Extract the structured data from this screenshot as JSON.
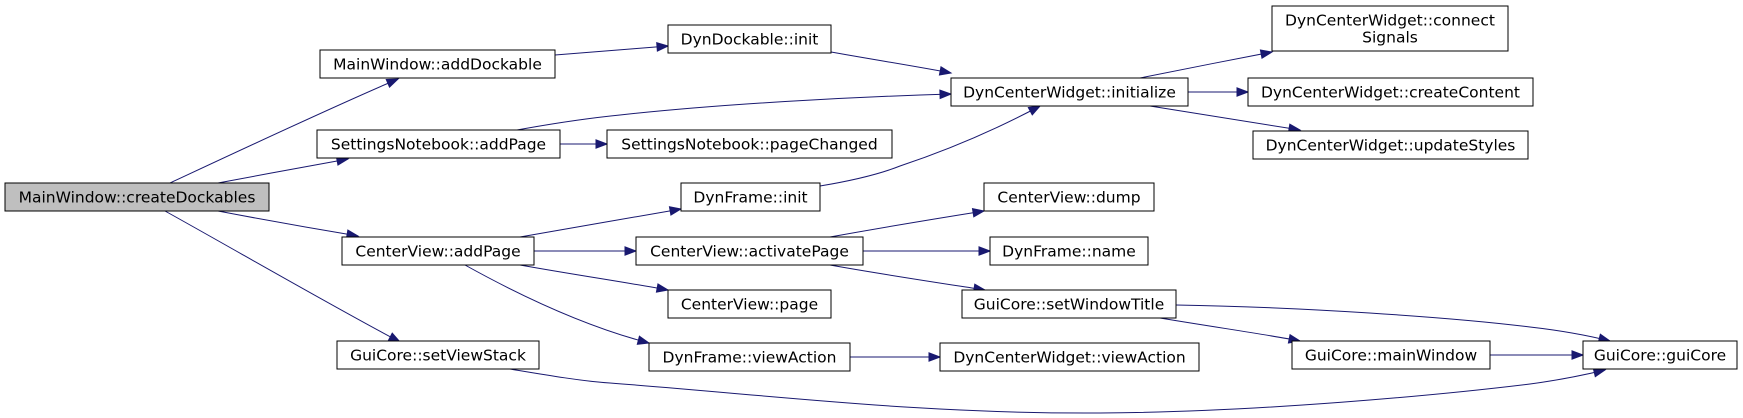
{
  "graph": {
    "nodes": [
      {
        "id": "createDockables",
        "lines": [
          "MainWindow::createDockables"
        ],
        "root": true
      },
      {
        "id": "addDockable",
        "lines": [
          "MainWindow::addDockable"
        ]
      },
      {
        "id": "settingsAddPage",
        "lines": [
          "SettingsNotebook::addPage"
        ]
      },
      {
        "id": "centerAddPage",
        "lines": [
          "CenterView::addPage"
        ]
      },
      {
        "id": "setViewStack",
        "lines": [
          "GuiCore::setViewStack"
        ]
      },
      {
        "id": "dockableInit",
        "lines": [
          "DynDockable::init"
        ]
      },
      {
        "id": "pageChanged",
        "lines": [
          "SettingsNotebook::pageChanged"
        ]
      },
      {
        "id": "frameInit",
        "lines": [
          "DynFrame::init"
        ]
      },
      {
        "id": "activatePage",
        "lines": [
          "CenterView::activatePage"
        ]
      },
      {
        "id": "centerPage",
        "lines": [
          "CenterView::page"
        ]
      },
      {
        "id": "frameViewAction",
        "lines": [
          "DynFrame::viewAction"
        ]
      },
      {
        "id": "initialize",
        "lines": [
          "DynCenterWidget::initialize"
        ]
      },
      {
        "id": "centerDump",
        "lines": [
          "CenterView::dump"
        ]
      },
      {
        "id": "frameName",
        "lines": [
          "DynFrame::name"
        ]
      },
      {
        "id": "setWindowTitle",
        "lines": [
          "GuiCore::setWindowTitle"
        ]
      },
      {
        "id": "widgetViewAction",
        "lines": [
          "DynCenterWidget::viewAction"
        ]
      },
      {
        "id": "connectSignals",
        "lines": [
          "DynCenterWidget::connect",
          "Signals"
        ]
      },
      {
        "id": "createContent",
        "lines": [
          "DynCenterWidget::createContent"
        ]
      },
      {
        "id": "updateStyles",
        "lines": [
          "DynCenterWidget::updateStyles"
        ]
      },
      {
        "id": "mainWindow",
        "lines": [
          "GuiCore::mainWindow"
        ]
      },
      {
        "id": "guiCore",
        "lines": [
          "GuiCore::guiCore"
        ]
      }
    ],
    "edges": [
      {
        "from": "createDockables",
        "to": "addDockable"
      },
      {
        "from": "createDockables",
        "to": "settingsAddPage"
      },
      {
        "from": "createDockables",
        "to": "centerAddPage"
      },
      {
        "from": "createDockables",
        "to": "setViewStack"
      },
      {
        "from": "addDockable",
        "to": "dockableInit"
      },
      {
        "from": "settingsAddPage",
        "to": "pageChanged"
      },
      {
        "from": "settingsAddPage",
        "to": "initialize"
      },
      {
        "from": "centerAddPage",
        "to": "frameInit"
      },
      {
        "from": "centerAddPage",
        "to": "activatePage"
      },
      {
        "from": "centerAddPage",
        "to": "centerPage"
      },
      {
        "from": "centerAddPage",
        "to": "frameViewAction"
      },
      {
        "from": "setViewStack",
        "to": "guiCore"
      },
      {
        "from": "dockableInit",
        "to": "initialize"
      },
      {
        "from": "frameInit",
        "to": "initialize"
      },
      {
        "from": "activatePage",
        "to": "centerDump"
      },
      {
        "from": "activatePage",
        "to": "frameName"
      },
      {
        "from": "activatePage",
        "to": "setWindowTitle"
      },
      {
        "from": "frameViewAction",
        "to": "widgetViewAction"
      },
      {
        "from": "initialize",
        "to": "connectSignals"
      },
      {
        "from": "initialize",
        "to": "createContent"
      },
      {
        "from": "initialize",
        "to": "updateStyles"
      },
      {
        "from": "setWindowTitle",
        "to": "mainWindow"
      },
      {
        "from": "setWindowTitle",
        "to": "guiCore"
      },
      {
        "from": "mainWindow",
        "to": "guiCore"
      }
    ],
    "colors": {
      "edge": "#191970",
      "root_fill": "#bfbfbf",
      "node_fill": "#ffffff",
      "node_border": "#000000"
    }
  }
}
